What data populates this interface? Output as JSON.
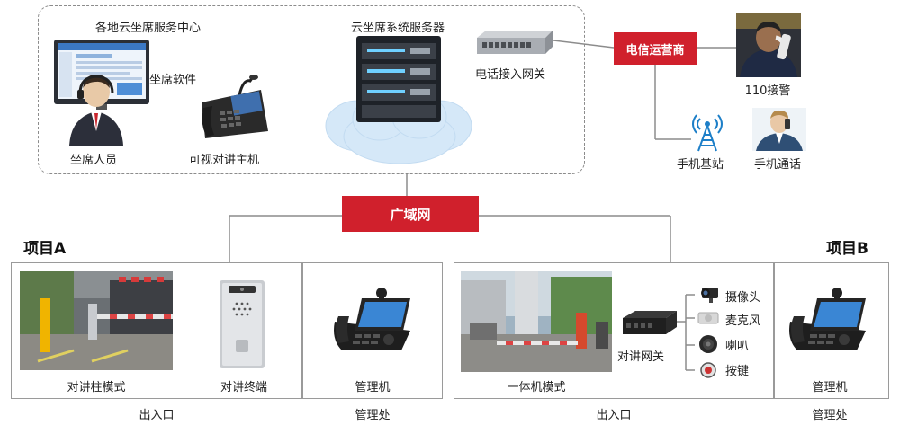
{
  "cloud_center": {
    "title": "各地云坐席服务中心",
    "agent_software": "坐席软件",
    "agent_person": "坐席人员",
    "video_intercom_host": "可视对讲主机"
  },
  "cloud_server": {
    "label": "云坐席系统服务器"
  },
  "telecom": {
    "gateway": "电话接入网关",
    "operator": "电信运营商",
    "police": "110接警",
    "base_station": "手机基站",
    "mobile_call": "手机通话"
  },
  "wan": {
    "label": "广域网"
  },
  "project_a": {
    "title": "项目A",
    "pillar_mode": "对讲柱模式",
    "terminal": "对讲终端",
    "entrance": "出入口",
    "manager_device": "管理机",
    "management_office": "管理处"
  },
  "project_b": {
    "title": "项目B",
    "integrated_mode": "一体机模式",
    "intercom_gateway": "对讲网关",
    "camera": "摄像头",
    "microphone": "麦克风",
    "speaker": "喇叭",
    "button": "按键",
    "entrance": "出入口",
    "manager_device": "管理机",
    "management_office": "管理处"
  },
  "colors": {
    "accent_red": "#d0202c",
    "line_gray": "#8c8c8c"
  }
}
